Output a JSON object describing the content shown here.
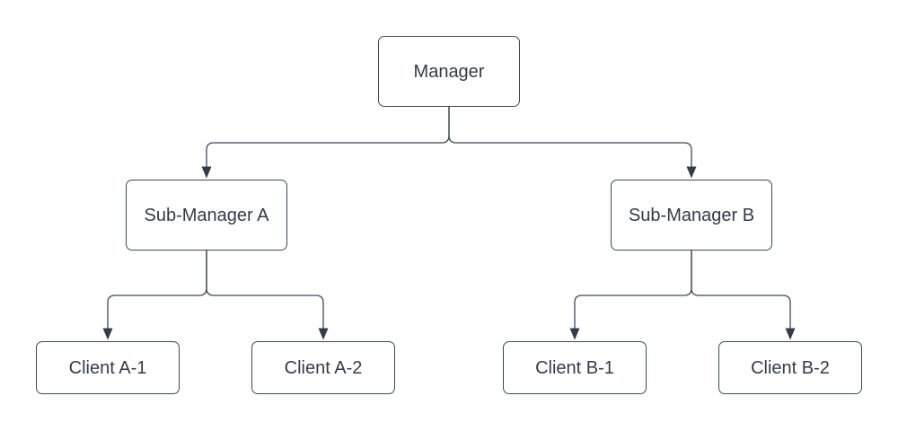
{
  "diagram": {
    "type": "org-chart",
    "nodes": {
      "manager": {
        "label": "Manager",
        "level": 1
      },
      "sub_a": {
        "label": "Sub-Manager A",
        "level": 2
      },
      "sub_b": {
        "label": "Sub-Manager B",
        "level": 2
      },
      "client_a1": {
        "label": "Client A-1",
        "level": 3
      },
      "client_a2": {
        "label": "Client A-2",
        "level": 3
      },
      "client_b1": {
        "label": "Client B-1",
        "level": 3
      },
      "client_b2": {
        "label": "Client B-2",
        "level": 3
      }
    },
    "edges": [
      {
        "from": "Manager",
        "to": "Sub-Manager A"
      },
      {
        "from": "Manager",
        "to": "Sub-Manager B"
      },
      {
        "from": "Sub-Manager A",
        "to": "Client A-1"
      },
      {
        "from": "Sub-Manager A",
        "to": "Client A-2"
      },
      {
        "from": "Sub-Manager B",
        "to": "Client B-1"
      },
      {
        "from": "Sub-Manager B",
        "to": "Client B-2"
      }
    ],
    "colors": {
      "background": "#ffffff",
      "node_fill": "#ffffff",
      "node_border": "#404854",
      "connector": "#404854",
      "arrowhead": "#343c49",
      "text": "#333b49"
    }
  }
}
